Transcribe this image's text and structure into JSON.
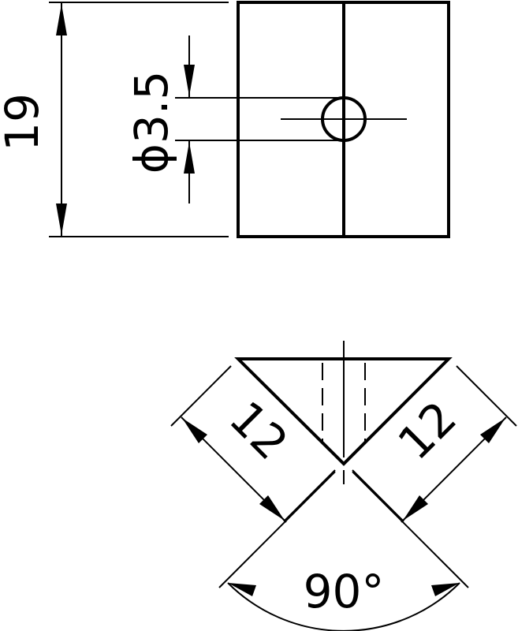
{
  "drawing": {
    "height_dimension": "19",
    "hole_diameter_dimension": "ϕ3.5",
    "left_edge_dimension": "12",
    "right_edge_dimension": "12",
    "angle_dimension": "90°"
  }
}
